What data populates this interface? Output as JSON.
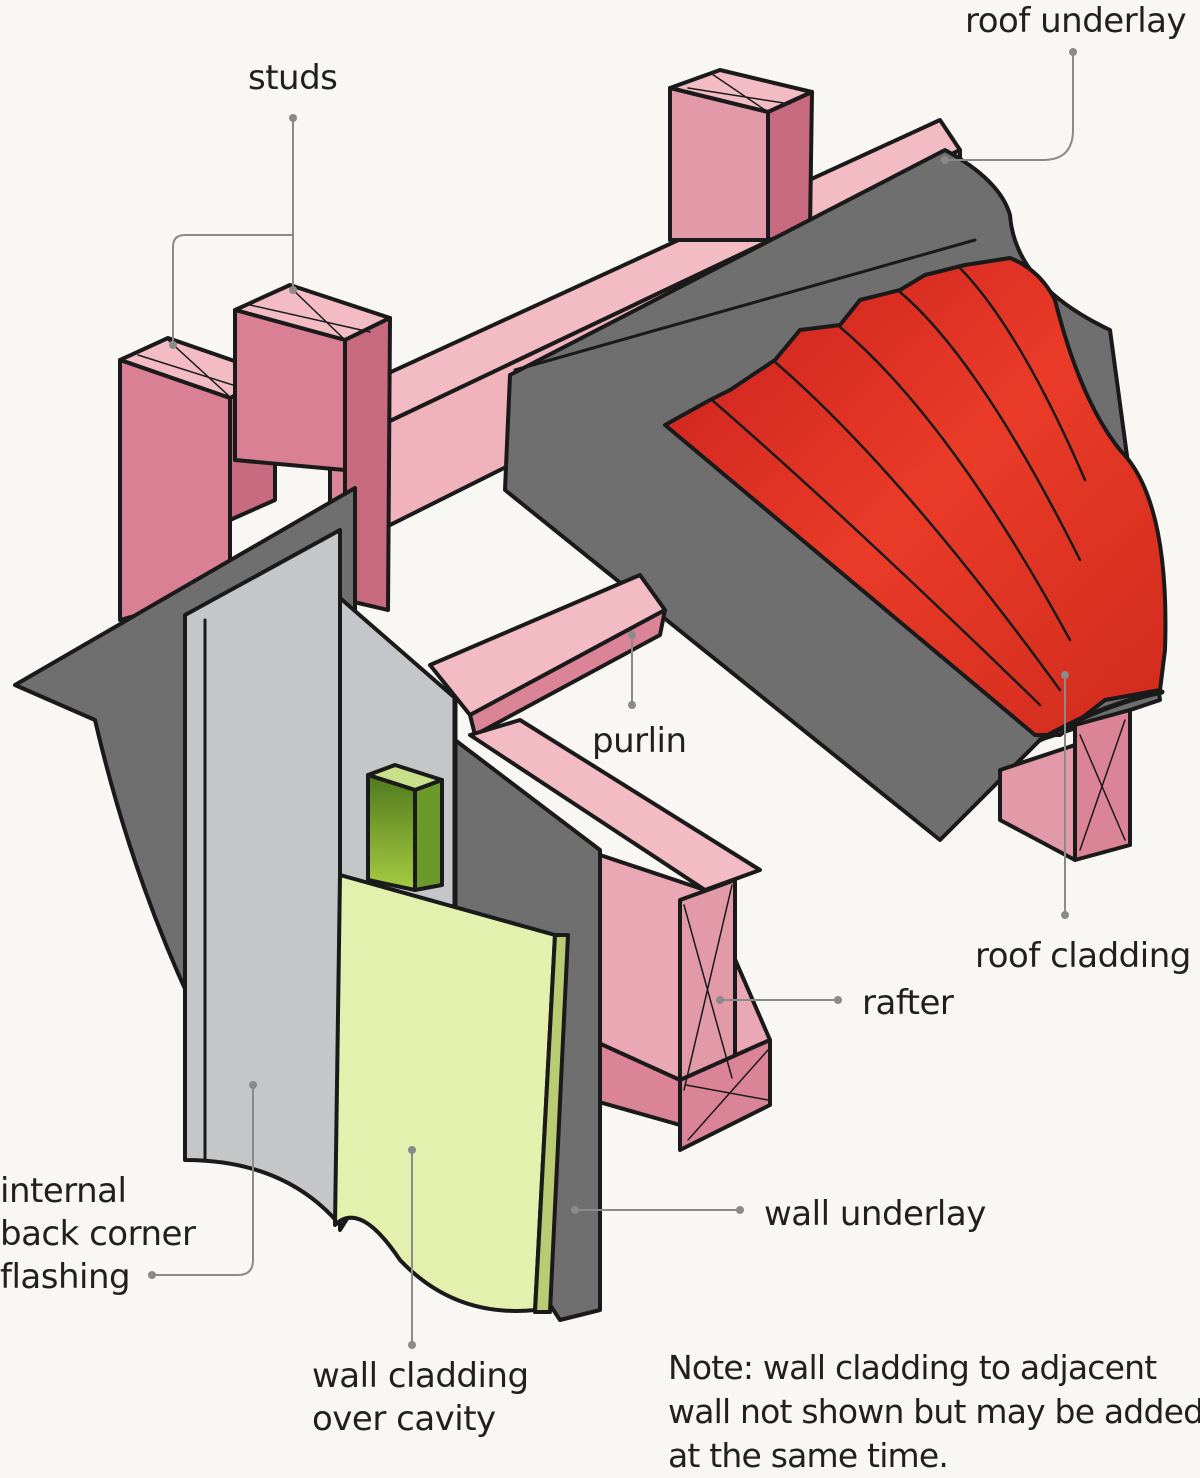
{
  "labels": {
    "studs": "studs",
    "roof_underlay": "roof underlay",
    "purlin": "purlin",
    "roof_cladding": "roof cladding",
    "rafter": "rafter",
    "internal_flashing": [
      "internal",
      "back corner",
      "flashing"
    ],
    "wall_underlay": "wall underlay",
    "wall_cladding": [
      "wall cladding",
      "over cavity"
    ]
  },
  "note": [
    "Note: wall cladding to adjacent",
    "wall not shown but may be added",
    "at the same time."
  ],
  "colors": {
    "timber_light": "#f3bcc4",
    "timber_side": "#dc8497",
    "timber_dark": "#c96b80",
    "underlay": "#6f6f70",
    "flashing": "#c5c6c8",
    "wall_cladding": "#e3f0ae",
    "roof_cladding": "#e63c2a",
    "batten": "#94b83a",
    "outline": "#1a1a1a",
    "leader": "#8a8a8a"
  }
}
